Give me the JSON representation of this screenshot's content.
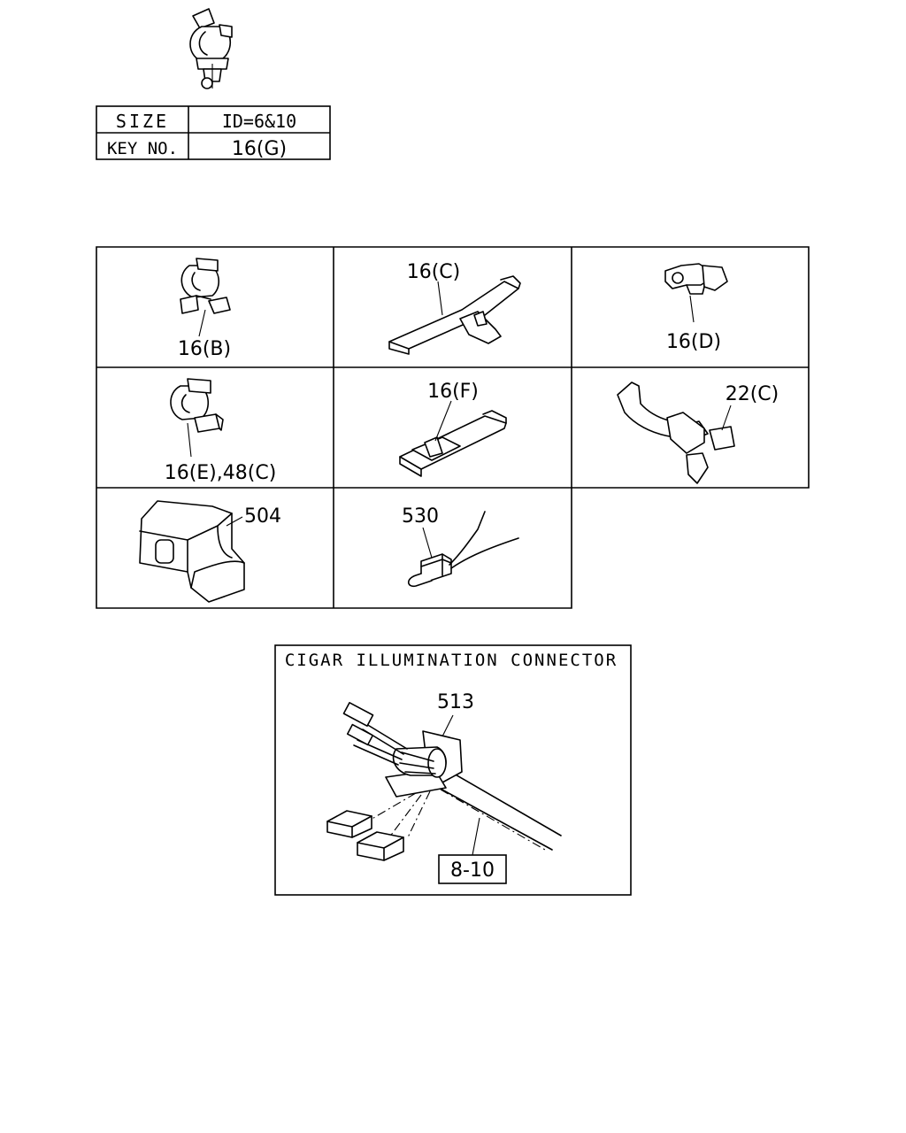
{
  "top_clip": {
    "table": {
      "size_label": "SIZE",
      "size_value": "ID=6&10",
      "key_label": "KEY NO.",
      "key_value": "16(G)"
    }
  },
  "grid": {
    "cells": [
      {
        "label": "16(B)"
      },
      {
        "label": "16(C)"
      },
      {
        "label": "16(D)"
      },
      {
        "label": "16(E),48(C)"
      },
      {
        "label": "16(F)"
      },
      {
        "label": "22(C)"
      },
      {
        "label": "504"
      },
      {
        "label": "530"
      }
    ]
  },
  "connector_panel": {
    "title": "CIGAR ILLUMINATION CONNECTOR",
    "part_label": "513",
    "ref_label": "8-10"
  }
}
